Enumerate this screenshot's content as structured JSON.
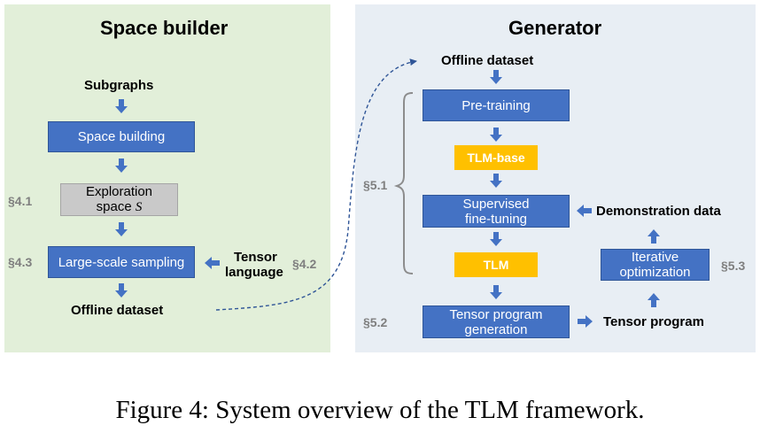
{
  "space_builder": {
    "title": "Space builder",
    "subgraphs": "Subgraphs",
    "space_building": "Space building",
    "exploration_line1": "Exploration",
    "exploration_line2": "space",
    "exploration_symbol": "S",
    "large_scale_sampling": "Large-scale sampling",
    "tensor_language_line1": "Tensor",
    "tensor_language_line2": "language",
    "offline_dataset": "Offline dataset",
    "sec_4_1": "§4.1",
    "sec_4_3": "§4.3",
    "sec_4_2": "§4.2"
  },
  "generator": {
    "title": "Generator",
    "offline_dataset": "Offline dataset",
    "pre_training": "Pre-training",
    "tlm_base": "TLM-base",
    "sft_line1": "Supervised",
    "sft_line2": "fine-tuning",
    "tlm": "TLM",
    "tpg_line1": "Tensor program",
    "tpg_line2": "generation",
    "demonstration_data": "Demonstration data",
    "iter_line1": "Iterative",
    "iter_line2": "optimization",
    "tensor_program": "Tensor program",
    "sec_5_1": "§5.1",
    "sec_5_2": "§5.2",
    "sec_5_3": "§5.3"
  },
  "colors": {
    "left_panel_bg": "#e2efd9",
    "right_panel_bg": "#e8eef4",
    "process_box": "#4472c4",
    "model_box": "#ffc000",
    "exploration_box": "#c9c9c9",
    "section_text": "#7f7f7f"
  },
  "caption": "Figure 4: System overview of the TLM framework."
}
